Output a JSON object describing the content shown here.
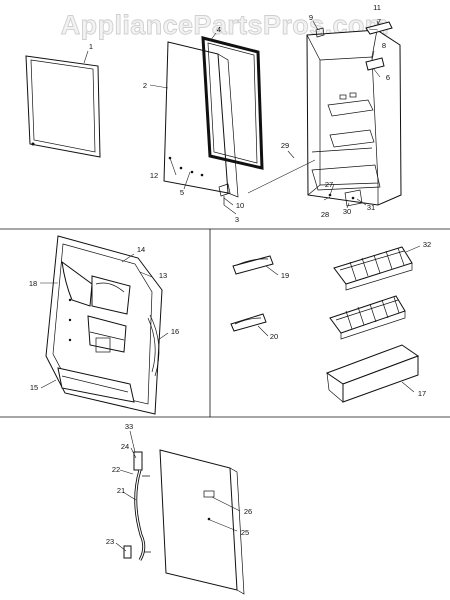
{
  "watermark": "AppliancePartsPros.com",
  "callouts": {
    "c1": "1",
    "c2": "2",
    "c3": "3",
    "c4": "4",
    "c5": "5",
    "c6": "6",
    "c7": "7",
    "c8": "8",
    "c9": "9",
    "c10": "10",
    "c11": "11",
    "c12": "12",
    "c13": "13",
    "c14": "14",
    "c15": "15",
    "c16": "16",
    "c17": "17",
    "c18": "18",
    "c19": "19",
    "c20": "20",
    "c21": "21",
    "c22": "22",
    "c23": "23",
    "c24": "24",
    "c25": "25",
    "c26": "26",
    "c27": "27",
    "c28": "28",
    "c29": "29",
    "c30": "30",
    "c31": "31",
    "c32": "32",
    "c33": "33"
  },
  "colors": {
    "line": "#111111",
    "watermark_fill": "#f2f2f2",
    "watermark_stroke": "#cfcfcf"
  }
}
